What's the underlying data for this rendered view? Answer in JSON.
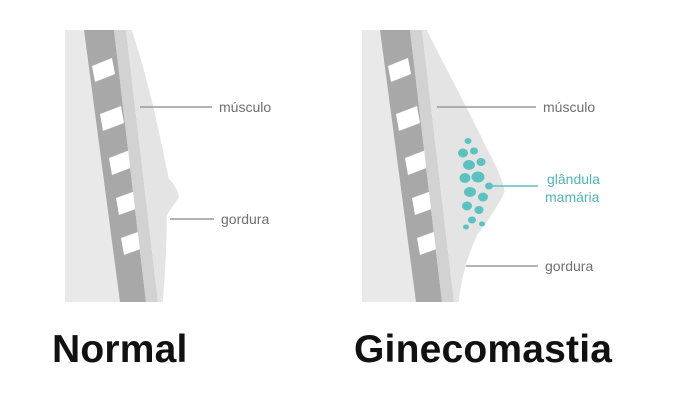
{
  "panels": [
    {
      "title": "Normal",
      "labels": {
        "muscle": "músculo",
        "fat": "gordura"
      }
    },
    {
      "title": "Ginecomastia",
      "labels": {
        "muscle": "músculo",
        "gland_line1": "glândula",
        "gland_line2": "mamária",
        "fat": "gordura"
      }
    }
  ],
  "colors": {
    "background_tissue": "#e9e9e9",
    "ribcage": "#a8a8a8",
    "rib": "#ffffff",
    "muscle": "#d2d2d2",
    "fat_layer": "#e4e4e4",
    "skin": "#f7f7f7",
    "gland": "#5cc2c0",
    "label_line": "#9a9a9a",
    "label_text": "#6f6f6f",
    "gland_text": "#4fb6b4",
    "title_text": "#111111"
  }
}
